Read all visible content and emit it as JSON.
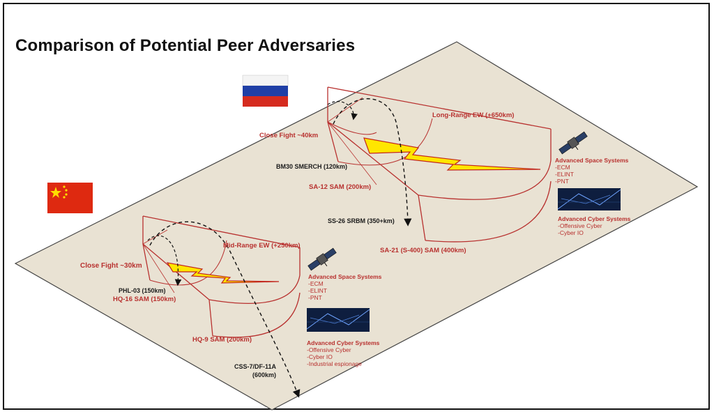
{
  "title": "Comparison of Potential Peer Adversaries",
  "russia": {
    "flag_colors": [
      "#ffffff",
      "#1f3fa6",
      "#d52b1e"
    ],
    "long_range_ew": "Long-Range EW (+650km)",
    "close_fight": "Close Fight ~40km",
    "bm30": "BM30 SMERCH (120km)",
    "sa12": "SA-12 SAM (200km)",
    "ss26": "SS-26 SRBM (350+km)",
    "sa21": "SA-21 (S-400) SAM (400km)",
    "space": {
      "heading": "Advanced Space Systems",
      "items": [
        "-ECM",
        "-ELINT",
        "-PNT"
      ]
    },
    "cyber": {
      "heading": "Advanced Cyber Systems",
      "items": [
        "-Offensive Cyber",
        "-Cyber IO"
      ]
    }
  },
  "china": {
    "flag_colors": [
      "#de2910",
      "#ffde00"
    ],
    "mid_range_ew": "Mid-Range EW (+250km)",
    "close_fight": "Close Fight ~30km",
    "phl03": "PHL-03 (150km)",
    "hq16": "HQ-16 SAM (150km)",
    "hq9": "HQ-9 SAM (200km)",
    "css7": "CSS-7/DF-11A",
    "css7_range": "(600km)",
    "space": {
      "heading": "Advanced Space Systems",
      "items": [
        "-ECM",
        "-ELINT",
        "-PNT"
      ]
    },
    "cyber": {
      "heading": "Advanced Cyber Systems",
      "items": [
        "-Offensive Cyber",
        "-Cyber IO",
        "-Industrial espionage"
      ]
    }
  },
  "colors": {
    "ground": "#e9e2d3",
    "outline": "#b8312f",
    "bolt": "#ffe600",
    "bolt_edge": "#c2261d",
    "text_red": "#b8312f",
    "text_dark": "#1b1b1b"
  }
}
